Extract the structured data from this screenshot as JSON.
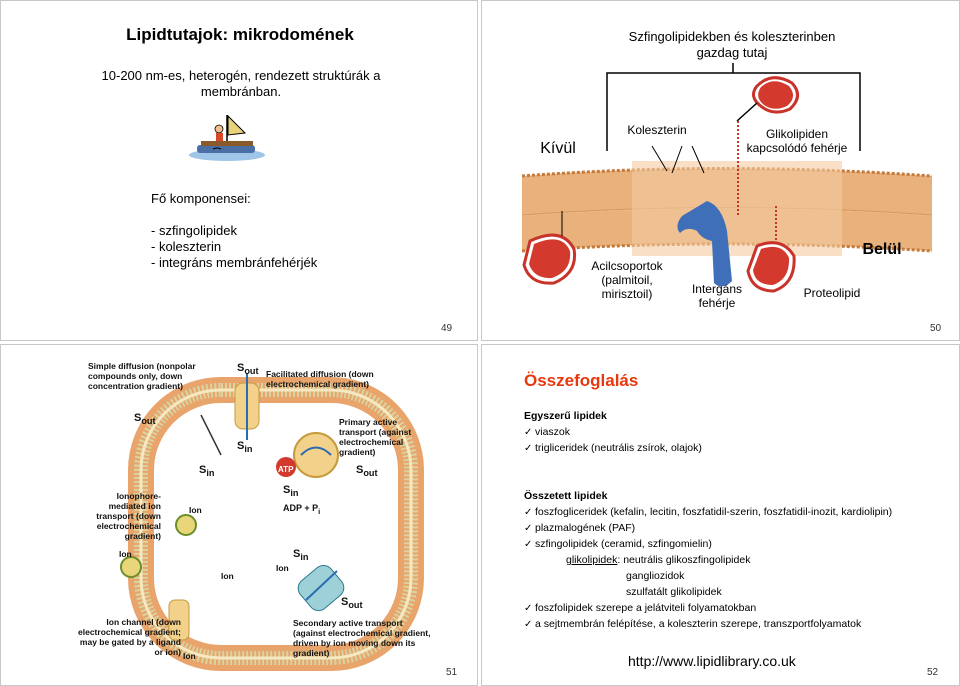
{
  "slide49": {
    "title": "Lipidtutajok: mikrodomének",
    "subtitle": "10-200 nm-es, heterogén, rendezett struktúrák a membránban.",
    "components_heading": "Fő komponensei:",
    "components": [
      "- szfingolipidek",
      "- koleszterin",
      "- integráns membránfehérjék"
    ],
    "page_number": "49"
  },
  "slide50": {
    "top_label": "Szfingolipidekben és koleszterinben gazdag tutaj",
    "outside": "Kívül",
    "inside": "Belül",
    "cholesterol": "Koleszterin",
    "glycolipid": "Glikolipiden kapcsolódó fehérje",
    "acyl": "Acilcsoportok (palmitoil, mirisztoil)",
    "integral": "Intergáns fehérje",
    "proteolipid": "Proteolipid",
    "page_number": "50"
  },
  "slide51": {
    "simple_diffusion": "Simple diffusion (nonpolar compounds only, down concentration gradient)",
    "facilitated": "Facilitated diffusion (down electrochemical gradient)",
    "primary": "Primary active transport (against electrochemical gradient)",
    "ionophore": "Ionophore-mediated ion transport (down electrochemical gradient)",
    "channel": "Ion channel (down electrochemical gradient; may be gated by a ligand or ion)",
    "secondary": "Secondary active transport (against electrochemical gradient, driven by ion moving down its gradient)",
    "s_out": "S",
    "s_in": "S",
    "sub_out": "out",
    "sub_in": "in",
    "ion": "Ion",
    "atp": "ATP",
    "adp": "ADP + P",
    "adp_sub": "i",
    "page_number": "51"
  },
  "slide52": {
    "title": "Összefoglalás",
    "simple_heading": "Egyszerű lipidek",
    "simple_items": [
      "viaszok",
      "trigliceridek (neutrális zsírok, olajok)"
    ],
    "complex_heading": "Összetett lipidek",
    "complex_items_1": [
      "foszfogliceridek (kefalin, lecitin, foszfatidil-szerin, foszfatidil-inozit, kardiolipin)",
      "plazmalogének (PAF)",
      "szfingolipidek (ceramid, szfingomielin)"
    ],
    "glyco_label": "glikolipidek",
    "glyco_rest": ": neutrális glikoszfingolipidek",
    "glyco_sub": [
      "gangliozidok",
      "szulfatált glikolipidek"
    ],
    "complex_items_2": [
      "foszfolipidek szerepe a jelátviteli folyamatokban",
      "a sejtmembrán felépítése, a koleszterin szerepe, transzportfolyamatok"
    ],
    "url": "http://www.lipidlibrary.co.uk",
    "page_number": "52"
  },
  "colors": {
    "accent_red": "#e8380d",
    "membrane_orange": "#e8a46a",
    "protein_red": "#c8342a",
    "integral_blue": "#3f6fb8",
    "check": "✓"
  }
}
